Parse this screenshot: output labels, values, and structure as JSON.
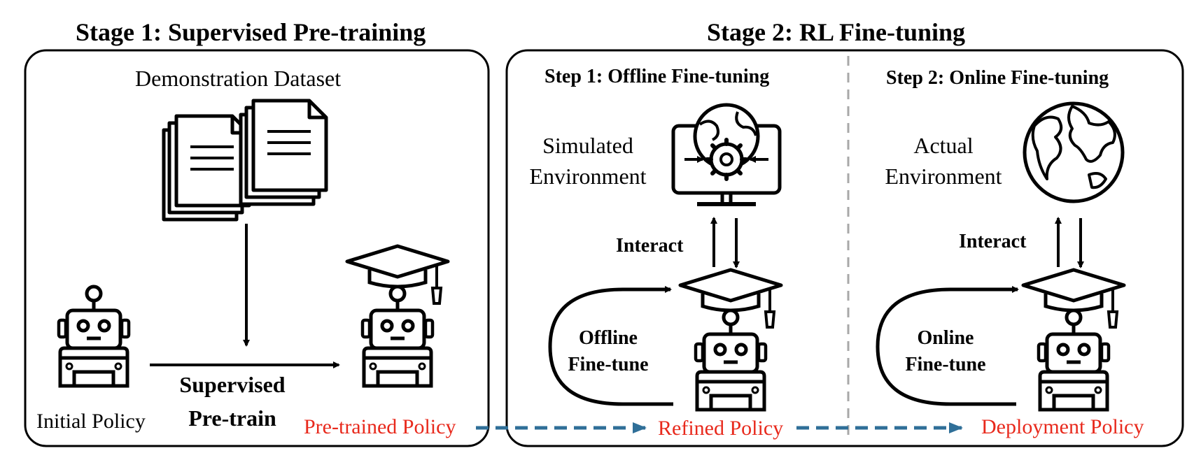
{
  "colors": {
    "policy_red": "#e8291c",
    "flow_blue": "#2f6f98",
    "divider_grey": "#a8a8a8"
  },
  "stage1": {
    "title": "Stage 1: Supervised Pre-training",
    "dataset_label": "Demonstration Dataset",
    "train_label_line1": "Supervised",
    "train_label_line2": "Pre-train",
    "initial_policy": "Initial Policy",
    "pretrained_policy": "Pre-trained Policy"
  },
  "stage2": {
    "title": "Stage 2: RL Fine-tuning",
    "step1": {
      "title": "Step 1: Offline Fine-tuning",
      "env_line1": "Simulated",
      "env_line2": "Environment",
      "interact": "Interact",
      "loop_line1": "Offline",
      "loop_line2": "Fine-tune",
      "policy": "Refined Policy"
    },
    "step2": {
      "title": "Step 2: Online Fine-tuning",
      "env_line1": "Actual",
      "env_line2": "Environment",
      "interact": "Interact",
      "loop_line1": "Online",
      "loop_line2": "Fine-tune",
      "policy": "Deployment Policy"
    }
  },
  "icons": [
    "document-stack-icon",
    "robot-icon",
    "graduate-robot-icon",
    "monitor-gear-globe-icon",
    "globe-icon"
  ]
}
